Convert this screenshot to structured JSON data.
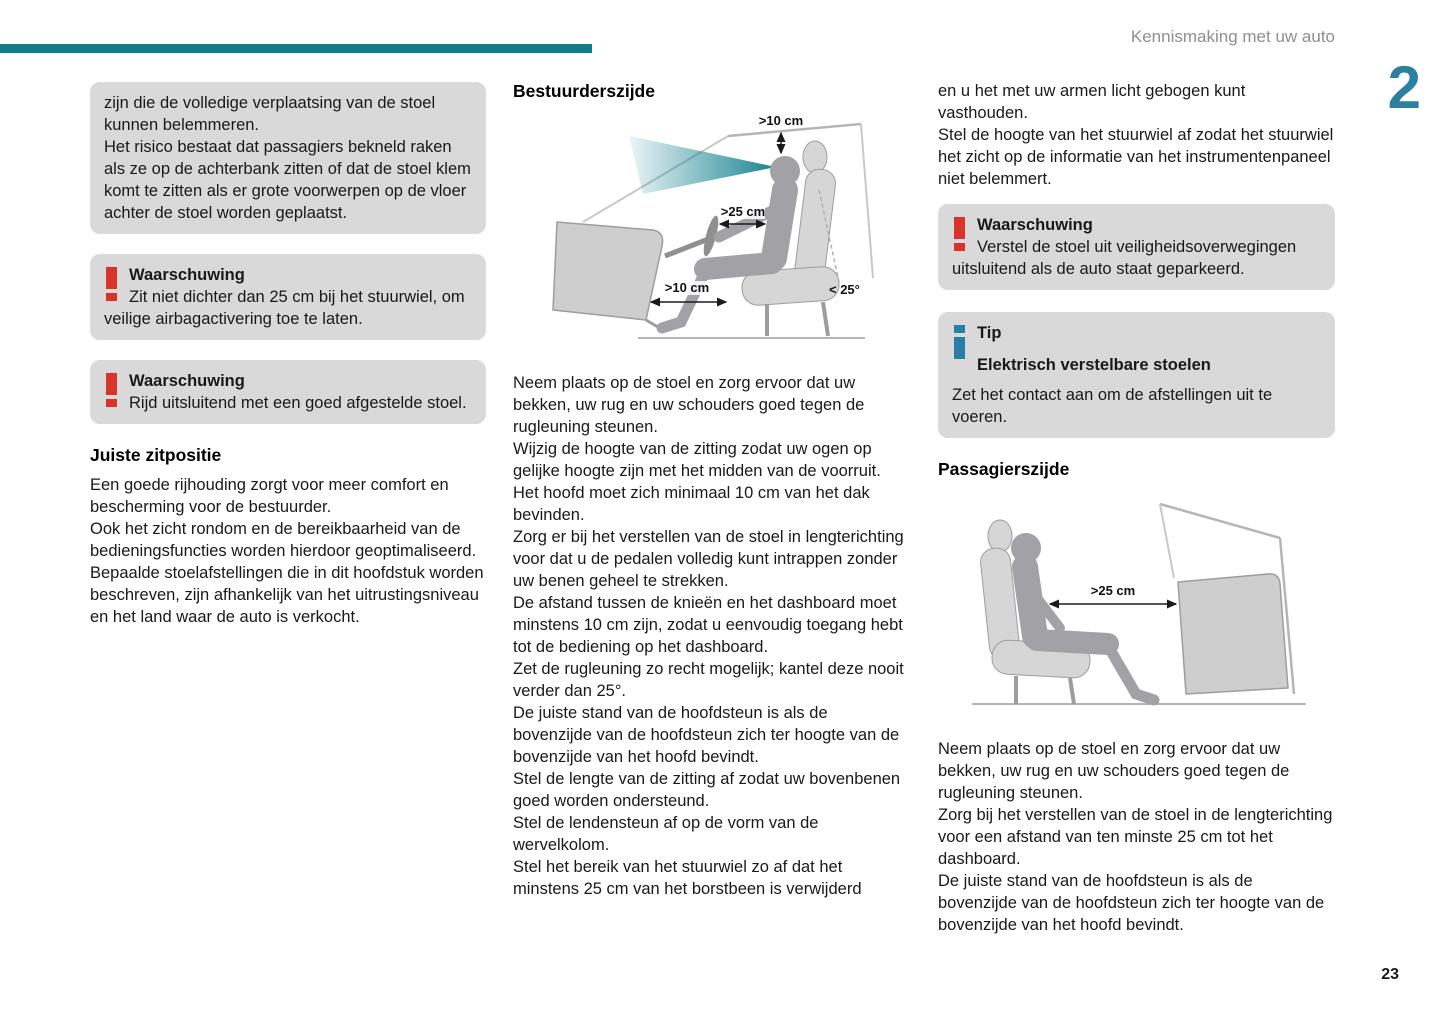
{
  "header": {
    "title": "Kennismaking met uw auto",
    "chapter": "2"
  },
  "colors": {
    "accent_teal": "#0e7e8d",
    "chapter_blue": "#2b7f9f",
    "warning_red": "#d9342b",
    "tip_blue": "#2a7fa5",
    "box_gray": "#d9d9d9"
  },
  "column1": {
    "note_box": {
      "p1": "zijn die de volledige verplaatsing van de stoel kunnen belemmeren.",
      "p2": "Het risico bestaat dat passagiers bekneld raken als ze op de achterbank zitten of dat de stoel klem komt te zitten als er grote voorwerpen op de vloer achter de stoel worden geplaatst."
    },
    "warning_steering": {
      "title": "Waarschuwing",
      "text": "Zit niet dichter dan 25 cm bij het stuurwiel, om veilige airbagactivering toe te laten."
    },
    "warning_seat": {
      "title": "Waarschuwing",
      "text": "Rijd uitsluitend met een goed afgestelde stoel."
    },
    "section": {
      "heading": "Juiste zitpositie",
      "p1": "Een goede rijhouding zorgt voor meer comfort en bescherming voor de bestuurder.",
      "p2": "Ook het zicht rondom en de bereikbaarheid van de bedieningsfuncties worden hierdoor geoptimaliseerd.",
      "p3": "Bepaalde stoelafstellingen die in dit hoofdstuk worden beschreven, zijn afhankelijk van het uitrustingsniveau en het land waar de auto is verkocht."
    }
  },
  "column2": {
    "heading": "Bestuurderszijde",
    "figure": {
      "roof_clearance": ">10 cm",
      "steering_distance": ">25 cm",
      "knee_distance": ">10 cm",
      "backrest_angle": "< 25°"
    },
    "paragraphs": [
      "Neem plaats op de stoel en zorg ervoor dat uw bekken, uw rug en uw schouders goed tegen de rugleuning steunen.",
      "Wijzig de hoogte van de zitting zodat uw ogen op gelijke hoogte zijn met het midden van de voorruit.",
      "Het hoofd moet zich minimaal 10 cm van het dak bevinden.",
      "Zorg er bij het verstellen van de stoel in lengterichting voor dat u de pedalen volledig kunt intrappen zonder uw benen geheel te strekken.",
      "De afstand tussen de knieën en het dashboard moet minstens 10 cm zijn, zodat u eenvoudig toegang hebt tot de bediening op het dashboard.",
      "Zet de rugleuning zo recht mogelijk; kantel deze nooit verder dan 25°.",
      "De juiste stand van de hoofdsteun is als de bovenzijde van de hoofdsteun zich ter hoogte van de bovenzijde van het hoofd bevindt.",
      "Stel de lengte van de zitting af zodat uw bovenbenen goed worden ondersteund.",
      "Stel de lendensteun af op de vorm van de wervelkolom.",
      "Stel het bereik van het stuurwiel zo af dat het minstens 25 cm van het borstbeen is verwijderd"
    ]
  },
  "column3": {
    "intro": [
      "en u het met uw armen licht gebogen kunt vasthouden.",
      "Stel de hoogte van het stuurwiel af zodat het stuurwiel het zicht op de informatie van het instrumentenpaneel niet belemmert."
    ],
    "warning_parked": {
      "title": "Waarschuwing",
      "text": "Verstel de stoel uit veiligheidsoverwegingen uitsluitend als de auto staat geparkeerd."
    },
    "tip": {
      "title": "Tip",
      "subtitle": "Elektrisch verstelbare stoelen",
      "text": "Zet het contact aan om de afstellingen uit te voeren."
    },
    "heading": "Passagierszijde",
    "figure": {
      "dashboard_distance": ">25 cm"
    },
    "paragraphs": [
      "Neem plaats op de stoel en zorg ervoor dat uw bekken, uw rug en uw schouders goed tegen de rugleuning steunen.",
      "Zorg bij het verstellen van de stoel in de lengterichting voor een afstand van ten minste 25 cm tot het dashboard.",
      "De juiste stand van de hoofdsteun is als de bovenzijde van de hoofdsteun zich ter hoogte van de bovenzijde van het hoofd bevindt."
    ]
  },
  "footer": {
    "page_number": "23"
  }
}
